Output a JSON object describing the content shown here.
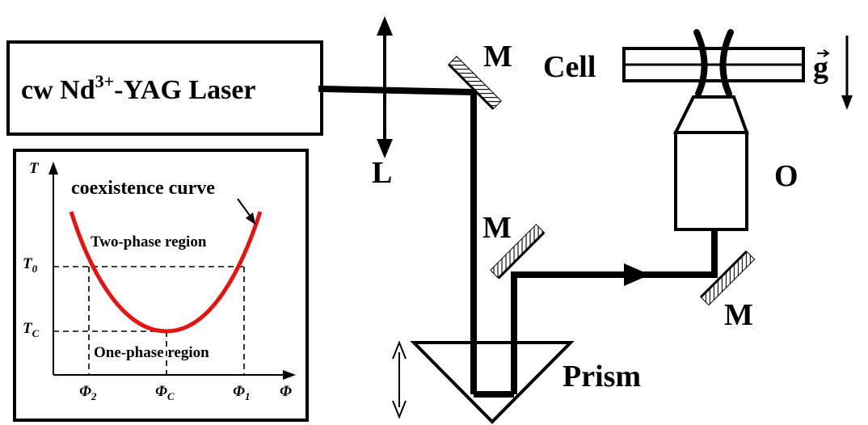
{
  "laser": {
    "label": "cw Nd",
    "sup": "3+",
    "suffix": "-YAG Laser"
  },
  "labels": {
    "lens": "L",
    "mirror_1": "M",
    "mirror_2": "M",
    "mirror_3": "M",
    "cell": "Cell",
    "gravity": "g",
    "objective": "O",
    "prism": "Prism"
  },
  "phase_diagram": {
    "y_axis": "T",
    "x_axis": "Φ",
    "curve_label": "coexistence curve",
    "two_phase": "Two-phase region",
    "one_phase": "One-phase region",
    "y_ticks": [
      {
        "base": "T",
        "sub": "0"
      },
      {
        "base": "T",
        "sub": "C"
      }
    ],
    "x_ticks": [
      {
        "base": "Φ",
        "sub": "2"
      },
      {
        "base": "Φ",
        "sub": "C"
      },
      {
        "base": "Φ",
        "sub": "1"
      }
    ],
    "curve_color": "#e8120f"
  },
  "colors": {
    "beam": "#000000",
    "curve": "#e8120f"
  }
}
